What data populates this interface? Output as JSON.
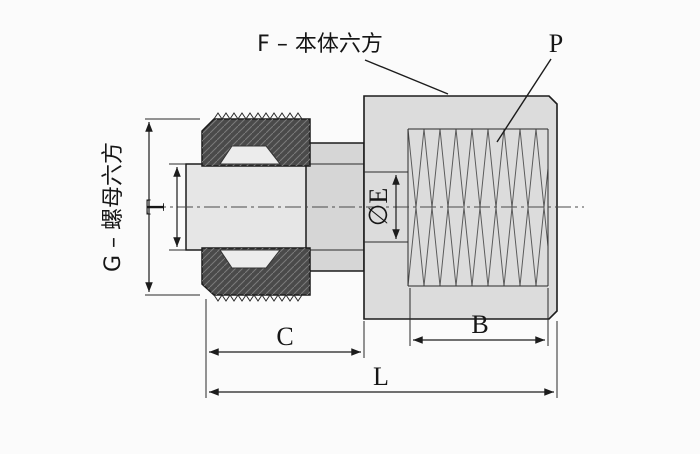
{
  "drawing": {
    "type": "technical-drawing",
    "subject": "compression-tube-fitting-female-connector"
  },
  "labels": {
    "f": "F – 本体六方",
    "p": "P",
    "g": "G – 螺母六方",
    "t": "T",
    "e": "∅E",
    "c": "C",
    "b": "B",
    "l": "L"
  },
  "colors": {
    "background": "#fbfbfb",
    "line": "#1c1c1c",
    "nut_dark": "#4a4a4a",
    "neck_gray": "#d6d6d6",
    "body_light": "#dcdcdc",
    "tube_light": "#e6e6e6",
    "ferrule_light": "#ececec",
    "thread_line": "#5a5a5a"
  }
}
